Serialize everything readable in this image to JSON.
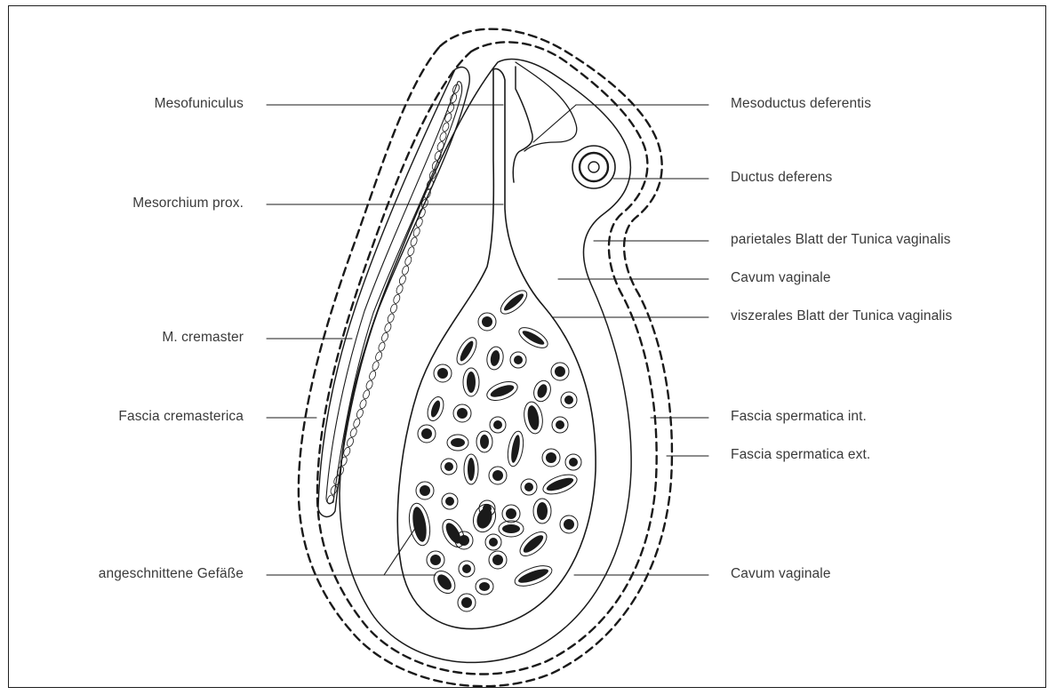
{
  "labels": {
    "left": [
      {
        "id": "mesofuniculus",
        "text": "Mesofuniculus"
      },
      {
        "id": "mesorchium-prox",
        "text": "Mesorchium prox."
      },
      {
        "id": "m-cremaster",
        "text": "M. cremaster"
      },
      {
        "id": "fascia-cremasterica",
        "text": "Fascia cremasterica"
      },
      {
        "id": "angeschnittene-gefaesse",
        "text": "angeschnittene Gefäße"
      }
    ],
    "right": [
      {
        "id": "mesoductus-deferentis",
        "text": "Mesoductus deferentis"
      },
      {
        "id": "ductus-deferens",
        "text": "Ductus deferens"
      },
      {
        "id": "parietales-blatt",
        "text": "parietales Blatt der Tunica vaginalis"
      },
      {
        "id": "cavum-vaginale-upper",
        "text": "Cavum vaginale"
      },
      {
        "id": "viszerales-blatt",
        "text": "viszerales Blatt der Tunica vaginalis"
      },
      {
        "id": "fascia-spermatica-int",
        "text": "Fascia spermatica int."
      },
      {
        "id": "fascia-spermatica-ext",
        "text": "Fascia spermatica ext."
      },
      {
        "id": "cavum-vaginale-lower",
        "text": "Cavum vaginale"
      }
    ]
  },
  "colors": {
    "line": "#1a1a1a",
    "text": "#3a3a3a",
    "background": "#ffffff"
  }
}
